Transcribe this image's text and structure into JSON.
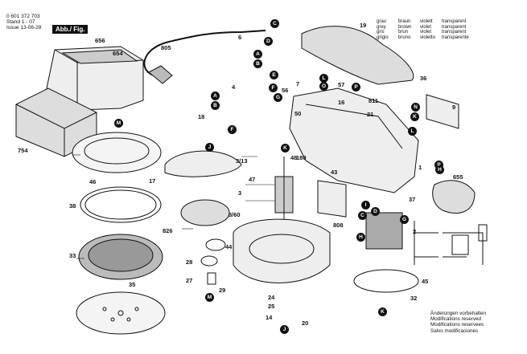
{
  "header": {
    "part_number": "0 601 372 703",
    "stand_label": "Stand",
    "stand_value": "1 - 07",
    "issue_label": "Issue",
    "issue_value": "13-06-28",
    "fig_label": "Abb./ Fig."
  },
  "legend": {
    "rows": [
      [
        "grau",
        "braun",
        "violett",
        "transparent"
      ],
      [
        "grey",
        "brown",
        "violet",
        "transparent"
      ],
      [
        "gris",
        "brun",
        "violet",
        "transparent"
      ],
      [
        "grigio",
        "bruno",
        "violetto",
        "transparente"
      ]
    ],
    "star": "*"
  },
  "notes": [
    "Änderungen vorbehalten",
    "Modifications reserved",
    "Modifications reservees",
    "Salvo modificaciones"
  ],
  "parts": [
    "656",
    "654",
    "754",
    "805",
    "6",
    "4",
    "18",
    "46",
    "17",
    "38",
    "33",
    "35",
    "826",
    "3/13",
    "3",
    "3/60",
    "47",
    "44",
    "48",
    "180",
    "43",
    "28",
    "27",
    "29",
    "24",
    "25",
    "14",
    "20",
    "50",
    "1",
    "56",
    "7",
    "57",
    "16",
    "811",
    "21",
    "9",
    "655",
    "37",
    "808",
    "2",
    "45",
    "32",
    "36",
    "19"
  ],
  "badges": [
    "C",
    "D",
    "A",
    "B",
    "E",
    "F",
    "G",
    "A",
    "B",
    "F",
    "M",
    "J",
    "K",
    "M",
    "J",
    "L",
    "O",
    "P",
    "N",
    "K",
    "L",
    "P",
    "H",
    "I",
    "C",
    "D",
    "G",
    "H",
    "K"
  ]
}
